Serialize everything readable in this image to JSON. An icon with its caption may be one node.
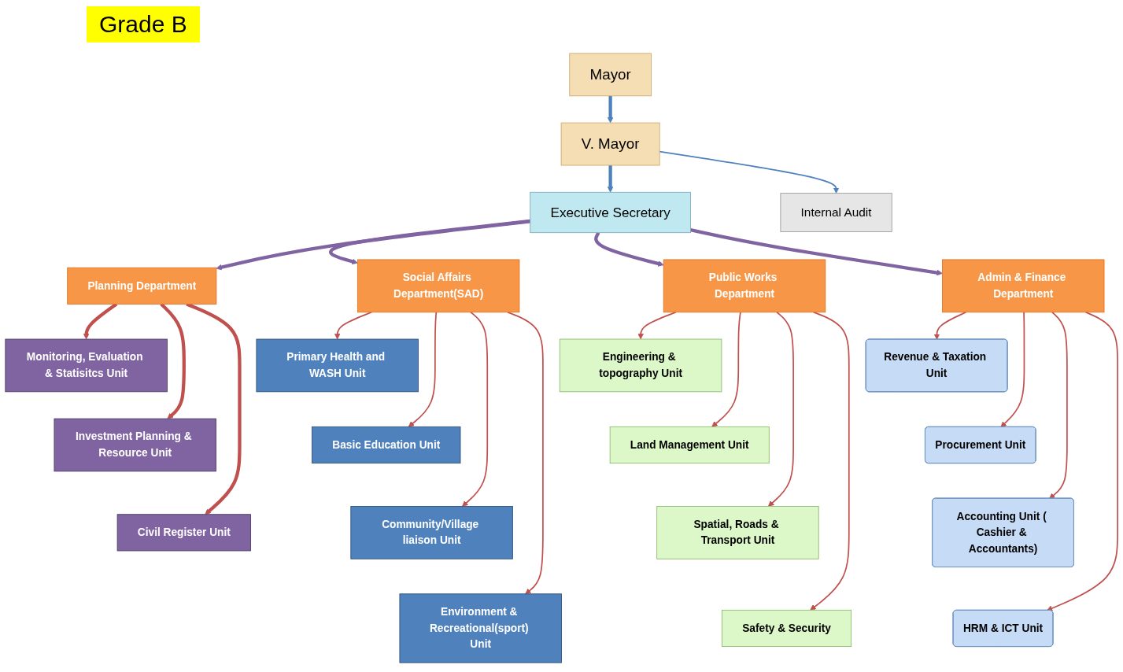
{
  "diagram": {
    "nodes": [
      {
        "text": [
          "Mayor"
        ]
      },
      {
        "text": [
          "V. Mayor"
        ]
      },
      {
        "text": [
          "Internal Audit"
        ]
      },
      {
        "text": [
          "Executive Secretary"
        ]
      },
      {
        "text": [
          "Social Affairs Department(SAD)"
        ]
      },
      {
        "text": [
          "Planning Department"
        ]
      },
      {
        "text": [
          "Public Works Department"
        ]
      },
      {
        "text": [
          "Admin & Finance Department"
        ]
      },
      {
        "text": [
          "Primary Health and WASH Unit"
        ]
      },
      {
        "text": [
          "Basic Education Unit"
        ]
      },
      {
        "text": [
          "Community/Village liaison Unit"
        ]
      },
      {
        "text": [
          "Environment & Recreational(sport) Unit"
        ]
      },
      {
        "text": [
          "Monitoring, Evaluation & Statisitcs Unit"
        ]
      },
      {
        "text": [
          "Investment Planning & Resource Unit"
        ]
      },
      {
        "text": [
          "Civil Register Unit"
        ]
      },
      {
        "text": [
          "Engineering & topography Unit"
        ]
      },
      {
        "text": [
          "Land Management Unit"
        ]
      },
      {
        "text": [
          "Spatial, Roads & Transport Unit"
        ]
      },
      {
        "text": [
          "Safety & Security"
        ]
      },
      {
        "text": [
          "Revenue & Taxation Unit"
        ]
      },
      {
        "text": [
          "Procurement Unit"
        ]
      },
      {
        "text": [
          "Accounting Unit ( Cashier & Accountants)"
        ]
      },
      {
        "text": [
          "HRM & ICT Unit"
        ]
      }
    ],
    "edges": [
      {
        "from": 0,
        "to": 1,
        "arrow": "to",
        "style": "thick",
        "color": "#4f81bd"
      },
      {
        "from": 1,
        "to": 3,
        "arrow": "to",
        "style": "thick",
        "color": "#4f81bd"
      },
      {
        "from": 1,
        "to": 2,
        "arrow": "to",
        "color": "#4f81bd"
      },
      {
        "from": 3,
        "to": 4,
        "arrow": "to",
        "style": "thick",
        "color": "#8064a2"
      },
      {
        "from": 3,
        "to": 5,
        "arrow": "to",
        "style": "thick",
        "color": "#8064a2"
      },
      {
        "from": 3,
        "to": 6,
        "arrow": "to",
        "style": "thick",
        "color": "#8064a2"
      },
      {
        "from": 3,
        "to": 7,
        "arrow": "to",
        "style": "thick",
        "color": "#8064a2"
      },
      {
        "from": 4,
        "to": 8,
        "arrow": "to"
      },
      {
        "from": 4,
        "to": 9,
        "arrow": "to"
      },
      {
        "from": 4,
        "to": 10,
        "arrow": "to"
      },
      {
        "from": 4,
        "to": 11,
        "arrow": "to"
      },
      {
        "from": 5,
        "to": 12,
        "arrow": "to",
        "style": "thick"
      },
      {
        "from": 5,
        "to": 13,
        "arrow": "to",
        "style": "thick"
      },
      {
        "from": 5,
        "to": 14,
        "arrow": "to",
        "style": "thick"
      },
      {
        "from": 6,
        "to": 15,
        "arrow": "to"
      },
      {
        "from": 6,
        "to": 16,
        "arrow": "to"
      },
      {
        "from": 6,
        "to": 17,
        "arrow": "to"
      },
      {
        "from": 6,
        "to": 18,
        "arrow": "to"
      },
      {
        "from": 7,
        "to": 19,
        "arrow": "to"
      },
      {
        "from": 7,
        "to": 20,
        "arrow": "to"
      },
      {
        "from": 7,
        "to": 21,
        "arrow": "to"
      },
      {
        "from": 7,
        "to": 22,
        "arrow": "to"
      }
    ],
    "labels": [
      "Grade B"
    ]
  }
}
